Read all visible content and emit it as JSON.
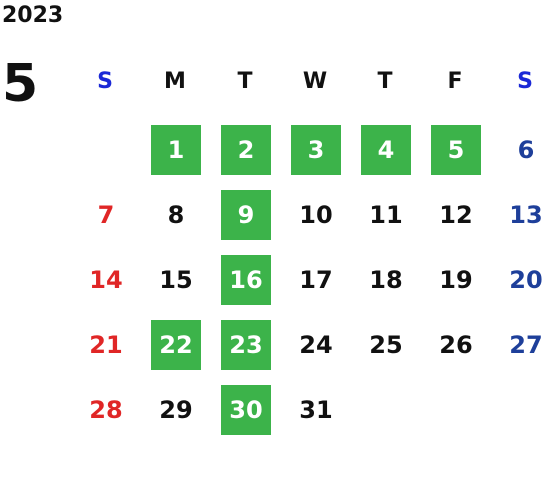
{
  "calendar": {
    "year": "2023",
    "month": "5",
    "weekdays": [
      "S",
      "M",
      "T",
      "W",
      "T",
      "F",
      "S"
    ],
    "highlight_color": "#3cb34a",
    "sunday_color": "#e02626",
    "saturday_color": "#1e3f9a",
    "weeks": [
      [
        "",
        "1",
        "2",
        "3",
        "4",
        "5",
        "6"
      ],
      [
        "7",
        "8",
        "9",
        "10",
        "11",
        "12",
        "13"
      ],
      [
        "14",
        "15",
        "16",
        "17",
        "18",
        "19",
        "20"
      ],
      [
        "21",
        "22",
        "23",
        "24",
        "25",
        "26",
        "27"
      ],
      [
        "28",
        "29",
        "30",
        "31",
        "",
        "",
        ""
      ]
    ],
    "highlighted_days": [
      "1",
      "2",
      "3",
      "4",
      "5",
      "9",
      "16",
      "22",
      "23",
      "30"
    ]
  }
}
